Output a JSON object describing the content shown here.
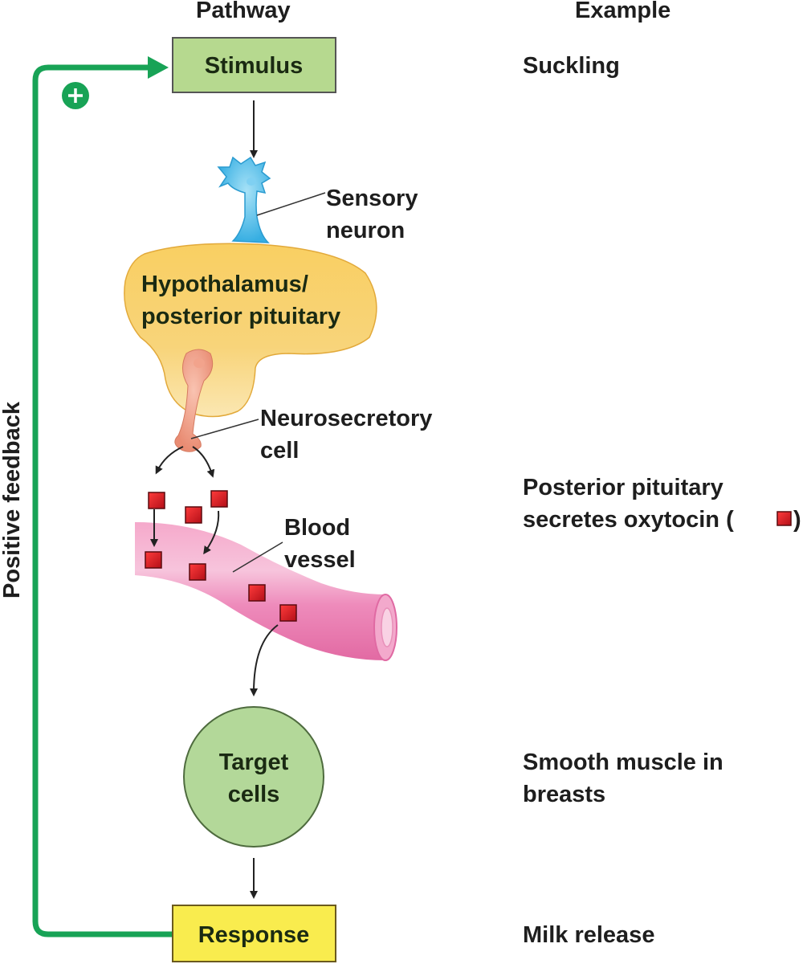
{
  "headers": {
    "pathway": "Pathway",
    "example": "Example"
  },
  "pathway": {
    "stimulus": "Stimulus",
    "sensory_neuron": [
      "Sensory",
      "neuron"
    ],
    "hypothalamus": [
      "Hypothalamus/",
      "posterior pituitary"
    ],
    "neurosecretory_cell": [
      "Neurosecretory",
      "cell"
    ],
    "blood_vessel": [
      "Blood",
      "vessel"
    ],
    "target_cells": [
      "Target",
      "cells"
    ],
    "response": "Response"
  },
  "examples": {
    "stimulus": "Suckling",
    "secretion": [
      "Posterior pituitary",
      "secretes oxytocin ("
    ],
    "secretion_close": ")",
    "target": [
      "Smooth muscle in",
      "breasts"
    ],
    "response": "Milk release"
  },
  "feedback": {
    "label": "Positive feedback",
    "sign": "+"
  },
  "colors": {
    "feedback_green": "#18a356",
    "stimulus_fill": "#b6d98f",
    "target_fill": "#b3d899",
    "response_fill": "#f9ec4e",
    "neuron_blue": "#3fb5e6",
    "gland_yellow": "#f7c652",
    "neurosecretory_pink": "#ef9e82",
    "vessel_pink": "#ee83b4",
    "oxytocin_red": "#d8131e"
  }
}
